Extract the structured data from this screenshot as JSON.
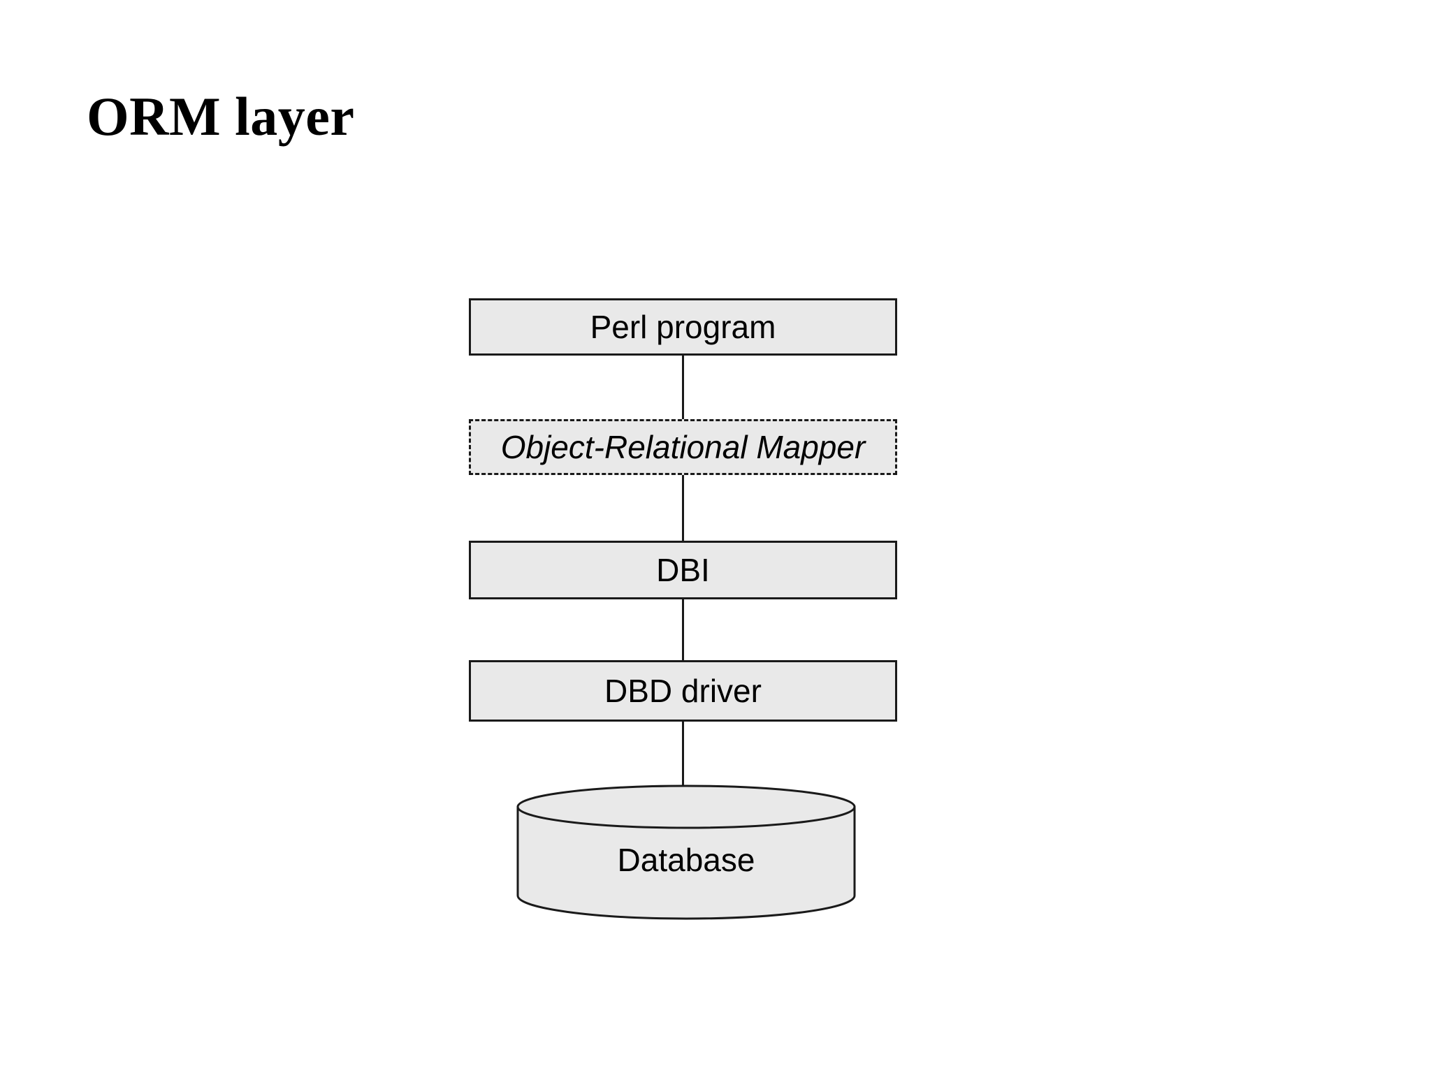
{
  "slide": {
    "title": "ORM layer",
    "background_color": "#ffffff"
  },
  "theme": {
    "node_fill": "#e9e9e9",
    "node_stroke": "#1a1a1a",
    "text_color": "#000000",
    "connector_color": "#1a1a1a"
  },
  "diagram": {
    "type": "layered-stack",
    "orientation": "vertical",
    "nodes": [
      {
        "id": "perl-program",
        "label": "Perl program",
        "shape": "rectangle",
        "border_style": "solid",
        "font_style": "normal"
      },
      {
        "id": "orm",
        "label": "Object-Relational Mapper",
        "shape": "rectangle",
        "border_style": "dashed",
        "font_style": "italic"
      },
      {
        "id": "dbi",
        "label": "DBI",
        "shape": "rectangle",
        "border_style": "solid",
        "font_style": "normal"
      },
      {
        "id": "dbd-driver",
        "label": "DBD driver",
        "shape": "rectangle",
        "border_style": "solid",
        "font_style": "normal"
      },
      {
        "id": "database",
        "label": "Database",
        "shape": "cylinder",
        "border_style": "solid",
        "font_style": "normal"
      }
    ],
    "connectors": [
      {
        "id": "perl-orm",
        "from": "perl-program",
        "to": "orm",
        "style": "line"
      },
      {
        "id": "orm-dbi",
        "from": "orm",
        "to": "dbi",
        "style": "line"
      },
      {
        "id": "dbi-dbd",
        "from": "dbi",
        "to": "dbd-driver",
        "style": "line"
      },
      {
        "id": "dbd-db",
        "from": "dbd-driver",
        "to": "database",
        "style": "line"
      }
    ]
  }
}
